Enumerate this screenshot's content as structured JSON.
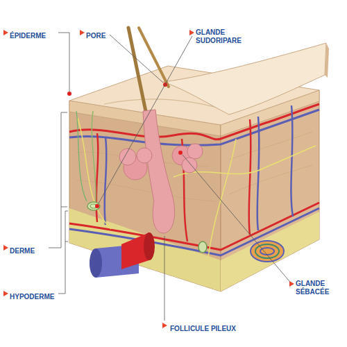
{
  "diagram": {
    "labels": [
      "ÉPIDERME",
      "PORE",
      "GLANDE SUDORIPARE",
      "DERME",
      "HYPODERME",
      "GLANDE SÉBACÉE",
      "FOLLICULE PILEUX"
    ]
  }
}
